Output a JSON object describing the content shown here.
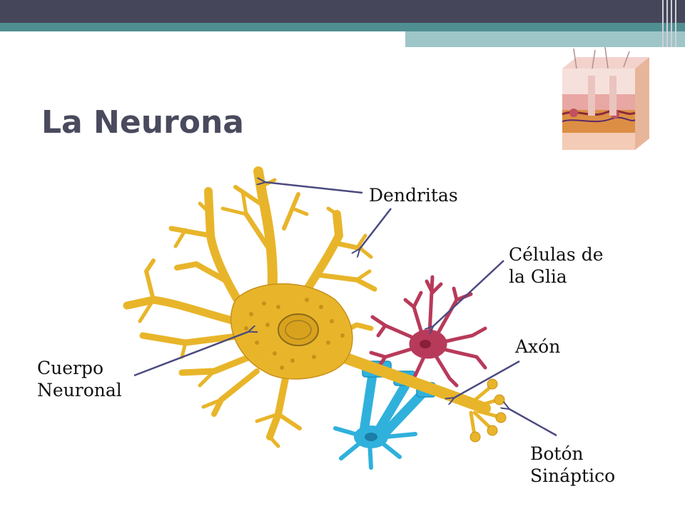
{
  "slide": {
    "title": "La Neurona"
  },
  "labels": {
    "dendritas": "Dendritas",
    "glia_line1": "Células de",
    "glia_line2": "la Glia",
    "axon": "Axón",
    "cuerpo_line1": "Cuerpo",
    "cuerpo_line2": "Neuronal",
    "boton_line1": "Botón",
    "boton_line2": "Sináptico"
  },
  "colors": {
    "header_dark": "#46465a",
    "header_teal": "#4f8f92",
    "header_light": "#9ec5c8",
    "neuron": "#e8b52a",
    "neuron_outline": "#c8901a",
    "glia_red": "#b83a5a",
    "glia_blue": "#2fb1dc",
    "arrow": "#4a4a80"
  }
}
